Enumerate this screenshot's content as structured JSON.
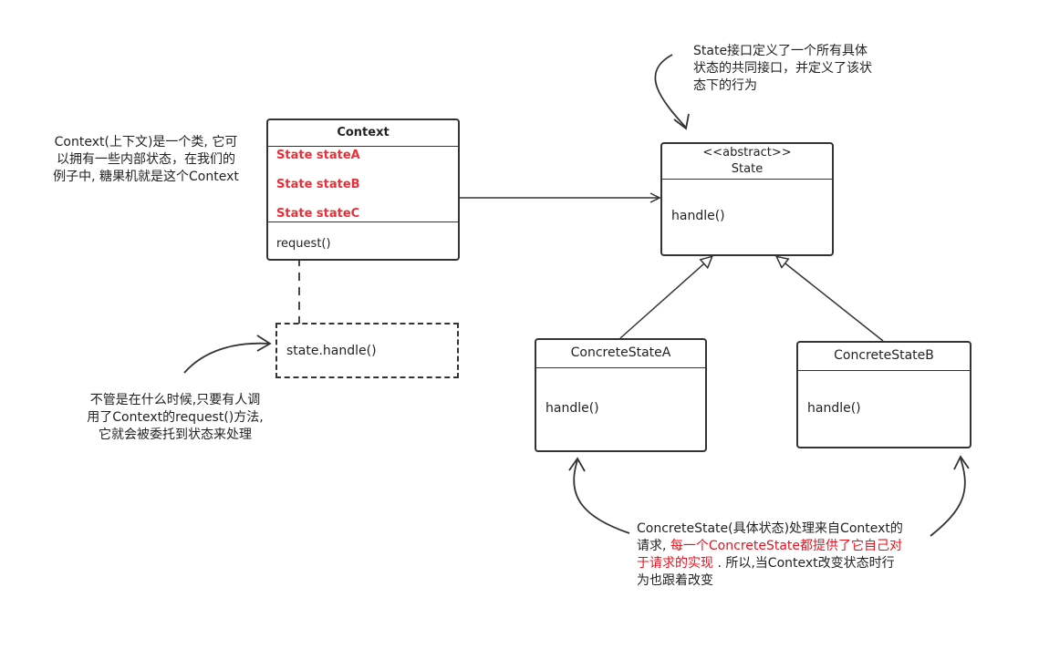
{
  "context_class": {
    "title": "Context",
    "attributes": [
      "State stateA",
      "State stateB",
      "State stateC"
    ],
    "method": "request()"
  },
  "state_interface": {
    "stereotype": "<<abstract>>",
    "title": "State",
    "method": "handle()"
  },
  "concrete_a": {
    "title": "ConcreteStateA",
    "method": "handle()"
  },
  "concrete_b": {
    "title": "ConcreteStateB",
    "method": "handle()"
  },
  "delegation_box": {
    "text": "state.handle()"
  },
  "notes": {
    "state_note": [
      "State接口定义了一个所有具体",
      "状态的共同接口，并定义了该状",
      "态下的行为"
    ],
    "context_note": [
      "Context(上下文)是一个类, 它可",
      "以拥有一些内部状态，在我们的",
      "例子中, 糖果机就是这个Context"
    ],
    "request_note": [
      "不管是在什么时候,只要有人调",
      "用了Context的request()方法,",
      "它就会被委托到状态来处理"
    ],
    "concrete_note": {
      "line1": "ConcreteState(具体状态)处理来自Context的",
      "line2_plain": "请求,",
      "line2_red": "每一个ConcreteState都提供了它自己对",
      "line3_red": "于请求的实现",
      "line3_plain": ". 所以,当Context改变状态时行",
      "line4": "为也跟着改变"
    }
  },
  "colors": {
    "stroke": "#333333",
    "attribute_red": "#e8303a",
    "note_red": "#e8121d"
  }
}
